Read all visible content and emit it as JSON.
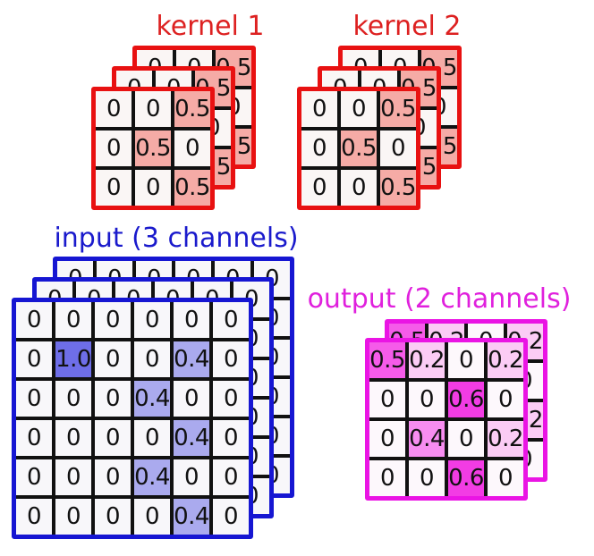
{
  "figure": {
    "background": "#ffffff",
    "grid_line_color": "#111111",
    "number_color": "#111111"
  },
  "groups": [
    {
      "id": "kernel-1",
      "title": "kernel 1",
      "title_color": "#dd2121",
      "frame_color": "#e81111",
      "cell_bg": "#faf6f5",
      "channels": 3,
      "rows": 3,
      "cols": 3,
      "grid": [
        [
          "0",
          "0",
          "0.5"
        ],
        [
          "0",
          "0.5",
          "0"
        ],
        [
          "0",
          "0",
          "0.5"
        ]
      ],
      "value_colors": {
        "0.5": "#f5aba6"
      }
    },
    {
      "id": "kernel-2",
      "title": "kernel 2",
      "title_color": "#dd2121",
      "frame_color": "#e81111",
      "cell_bg": "#faf6f5",
      "channels": 3,
      "rows": 3,
      "cols": 3,
      "grid": [
        [
          "0",
          "0",
          "0.5"
        ],
        [
          "0",
          "0.5",
          "0"
        ],
        [
          "0",
          "0",
          "0.5"
        ]
      ],
      "value_colors": {
        "0.5": "#f5aba6"
      }
    },
    {
      "id": "input",
      "title": "input (3 channels)",
      "title_color": "#1a1acc",
      "frame_color": "#1616d2",
      "cell_bg": "#f8f7fa",
      "channels": 3,
      "rows": 6,
      "cols": 6,
      "grid": [
        [
          "0",
          "0",
          "0",
          "0",
          "0",
          "0"
        ],
        [
          "0",
          "1.0",
          "0",
          "0",
          "0.4",
          "0"
        ],
        [
          "0",
          "0",
          "0",
          "0.4",
          "0",
          "0"
        ],
        [
          "0",
          "0",
          "0",
          "0",
          "0.4",
          "0"
        ],
        [
          "0",
          "0",
          "0",
          "0.4",
          "0",
          "0"
        ],
        [
          "0",
          "0",
          "0",
          "0",
          "0.4",
          "0"
        ]
      ],
      "value_colors": {
        "1.0": "#6e6ee8",
        "0.4": "#aaaaee"
      }
    },
    {
      "id": "output",
      "title": "output (2 channels)",
      "title_color": "#e020dd",
      "frame_color": "#ea14e4",
      "cell_bg": "#fdf8fc",
      "channels": 2,
      "rows": 4,
      "cols": 4,
      "grid": [
        [
          "0.5",
          "0.2",
          "0",
          "0.2"
        ],
        [
          "0",
          "0",
          "0.6",
          "0"
        ],
        [
          "0",
          "0.4",
          "0",
          "0.2"
        ],
        [
          "0",
          "0",
          "0.6",
          "0"
        ]
      ],
      "value_colors": {
        "0.5": "#f55be9",
        "0.6": "#f23ce4",
        "0.4": "#f78df0",
        "0.2": "#fbccf5"
      }
    }
  ]
}
